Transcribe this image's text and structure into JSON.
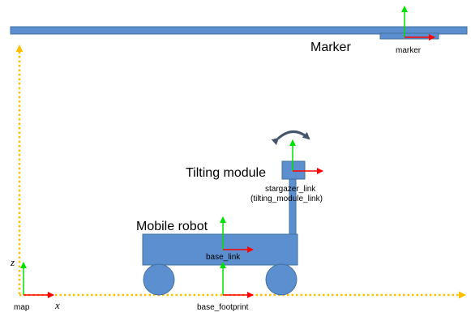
{
  "labels": {
    "marker_title": "Marker",
    "marker_frame": "marker",
    "tilting_title": "Tilting module",
    "stargazer_frame": "stargazer_link",
    "tilting_frame": "(tilting_module_link)",
    "mobile_title": "Mobile robot",
    "base_link_frame": "base_link",
    "map_frame": "map",
    "base_footprint_frame": "base_footprint",
    "x_axis_letter": "x",
    "z_axis_letter": "z"
  },
  "colors": {
    "body_fill": "#5b8fd0",
    "body_stroke": "#41719c",
    "frame_y_axis": "#00e000",
    "frame_x_axis": "#ff0000",
    "world_axis": "#ffc000",
    "rotation_arrow": "#44546a"
  }
}
